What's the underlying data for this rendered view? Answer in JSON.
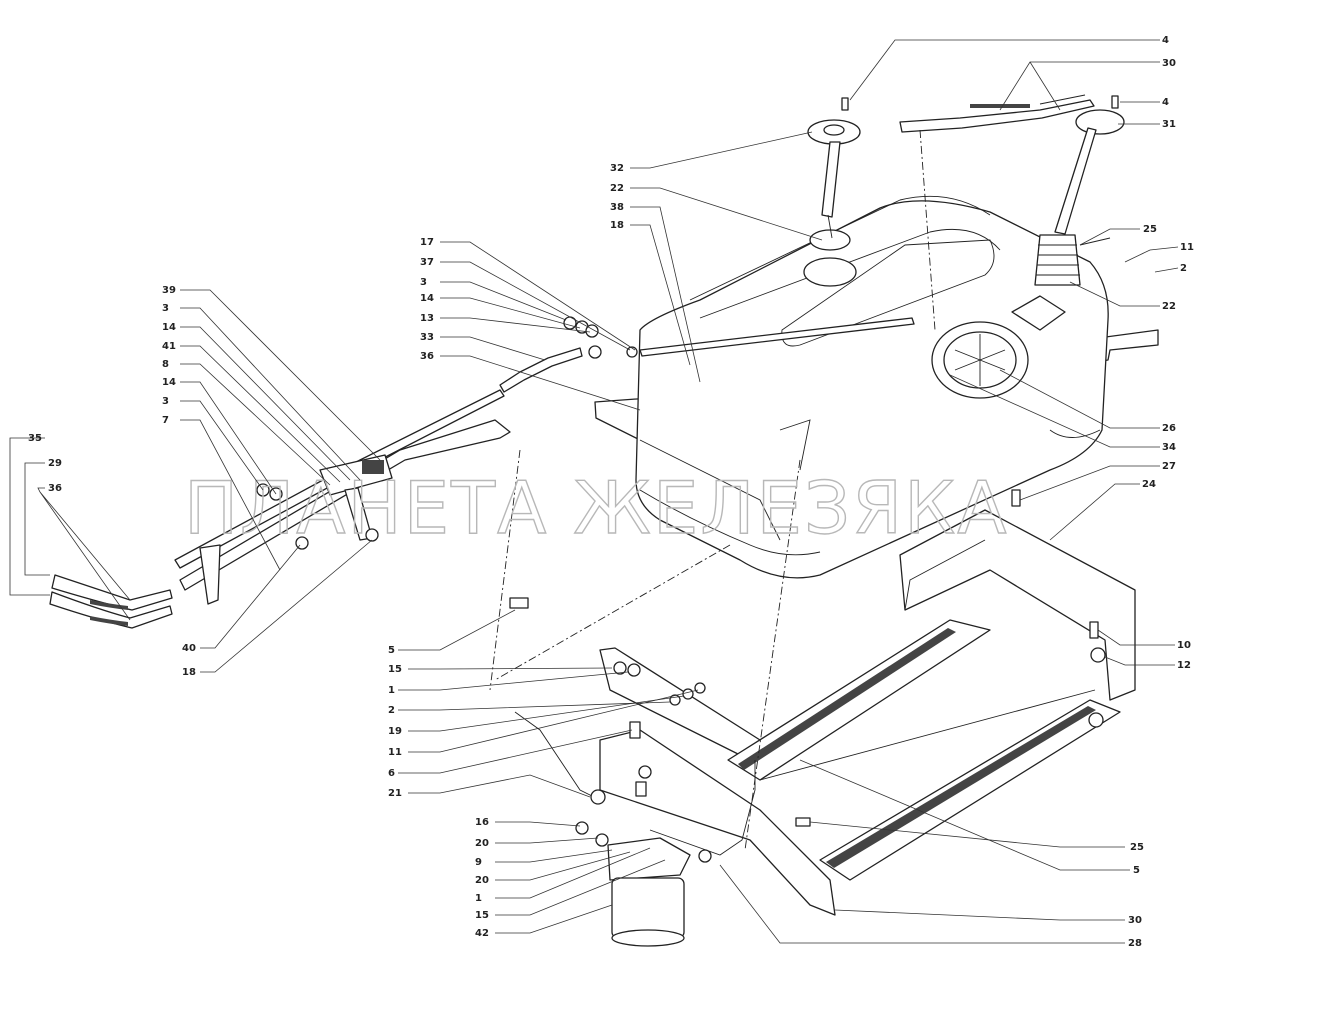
{
  "watermark": "ПЛАНЕТА ЖЕЛЕЗЯКА",
  "callouts": [
    {
      "id": "c4a",
      "label": "4"
    },
    {
      "id": "c30a",
      "label": "30"
    },
    {
      "id": "c4b",
      "label": "4"
    },
    {
      "id": "c31",
      "label": "31"
    },
    {
      "id": "c32",
      "label": "32"
    },
    {
      "id": "c22a",
      "label": "22"
    },
    {
      "id": "c38",
      "label": "38"
    },
    {
      "id": "c18a",
      "label": "18"
    },
    {
      "id": "c25a",
      "label": "25"
    },
    {
      "id": "c11a",
      "label": "11"
    },
    {
      "id": "c2a",
      "label": "2"
    },
    {
      "id": "c22b",
      "label": "22"
    },
    {
      "id": "c17",
      "label": "17"
    },
    {
      "id": "c37",
      "label": "37"
    },
    {
      "id": "c3a",
      "label": "3"
    },
    {
      "id": "c14a",
      "label": "14"
    },
    {
      "id": "c13",
      "label": "13"
    },
    {
      "id": "c33",
      "label": "33"
    },
    {
      "id": "c36a",
      "label": "36"
    },
    {
      "id": "c39",
      "label": "39"
    },
    {
      "id": "c3b",
      "label": "3"
    },
    {
      "id": "c14b",
      "label": "14"
    },
    {
      "id": "c41",
      "label": "41"
    },
    {
      "id": "c8",
      "label": "8"
    },
    {
      "id": "c14c",
      "label": "14"
    },
    {
      "id": "c3c",
      "label": "3"
    },
    {
      "id": "c7",
      "label": "7"
    },
    {
      "id": "c35",
      "label": "35"
    },
    {
      "id": "c29",
      "label": "29"
    },
    {
      "id": "c36b",
      "label": "36"
    },
    {
      "id": "c26",
      "label": "26"
    },
    {
      "id": "c34",
      "label": "34"
    },
    {
      "id": "c27",
      "label": "27"
    },
    {
      "id": "c24",
      "label": "24"
    },
    {
      "id": "c40",
      "label": "40"
    },
    {
      "id": "c18b",
      "label": "18"
    },
    {
      "id": "c5a",
      "label": "5"
    },
    {
      "id": "c15a",
      "label": "15"
    },
    {
      "id": "c1a",
      "label": "1"
    },
    {
      "id": "c2b",
      "label": "2"
    },
    {
      "id": "c19",
      "label": "19"
    },
    {
      "id": "c11b",
      "label": "11"
    },
    {
      "id": "c6",
      "label": "6"
    },
    {
      "id": "c21",
      "label": "21"
    },
    {
      "id": "c10",
      "label": "10"
    },
    {
      "id": "c12",
      "label": "12"
    },
    {
      "id": "c16",
      "label": "16"
    },
    {
      "id": "c20a",
      "label": "20"
    },
    {
      "id": "c9",
      "label": "9"
    },
    {
      "id": "c20b",
      "label": "20"
    },
    {
      "id": "c1b",
      "label": "1"
    },
    {
      "id": "c15b",
      "label": "15"
    },
    {
      "id": "c42",
      "label": "42"
    },
    {
      "id": "c25b",
      "label": "25"
    },
    {
      "id": "c5b",
      "label": "5"
    },
    {
      "id": "c30b",
      "label": "30"
    },
    {
      "id": "c28",
      "label": "28"
    }
  ]
}
